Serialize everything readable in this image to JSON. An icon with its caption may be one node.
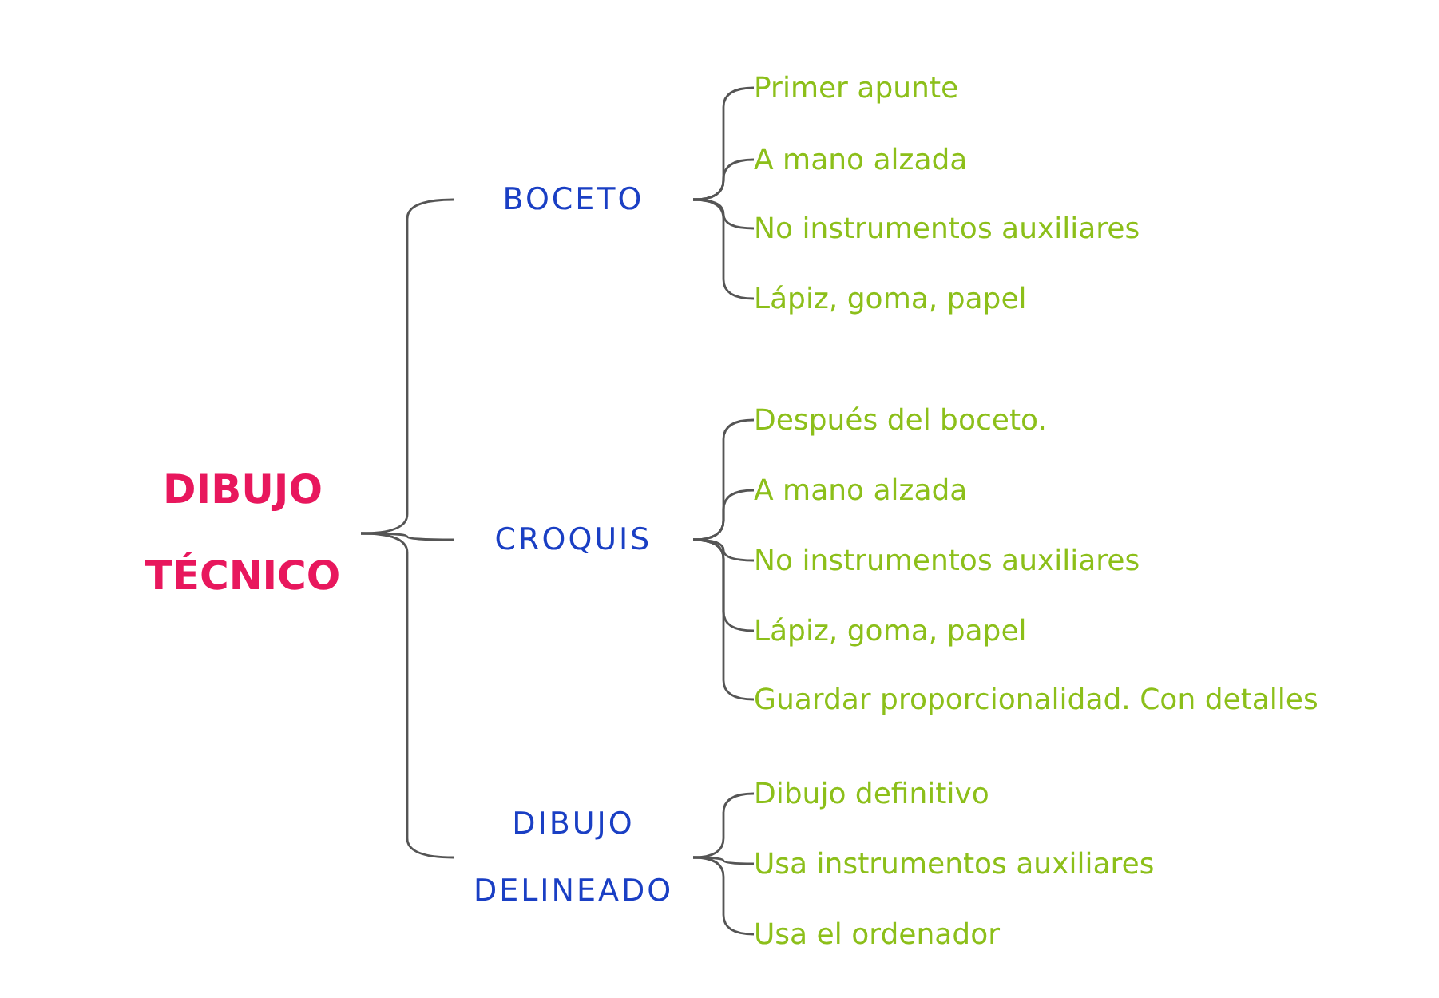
{
  "diagram": {
    "nodes": [
      {
        "text": [
          "DIBUJO TÉCNICO"
        ]
      },
      {
        "text": [
          "BOCETO"
        ]
      },
      {
        "text": [
          "CROQUIS"
        ]
      },
      {
        "text": [
          "DIBUJO DELINEADO"
        ]
      },
      {
        "text": [
          "Primer apunte"
        ]
      },
      {
        "text": [
          "A mano alzada"
        ]
      },
      {
        "text": [
          "No instrumentos auxiliares"
        ]
      },
      {
        "text": [
          "Lápiz, goma, papel"
        ]
      },
      {
        "text": [
          "Después del boceto."
        ]
      },
      {
        "text": [
          "A mano alzada"
        ]
      },
      {
        "text": [
          "No instrumentos auxiliares"
        ]
      },
      {
        "text": [
          "Lápiz, goma, papel"
        ]
      },
      {
        "text": [
          "Guardar proporcionalidad. Con detalles"
        ]
      },
      {
        "text": [
          "Dibujo definitivo"
        ]
      },
      {
        "text": [
          "Usa instrumentos auxiliares"
        ]
      },
      {
        "text": [
          "Usa el ordenador"
        ]
      }
    ],
    "edges": [
      {
        "from": 0,
        "to": 1,
        "arrow": "none"
      },
      {
        "from": 0,
        "to": 2,
        "arrow": "none"
      },
      {
        "from": 0,
        "to": 3,
        "arrow": "none"
      },
      {
        "from": 1,
        "to": 4,
        "arrow": "none"
      },
      {
        "from": 1,
        "to": 5,
        "arrow": "none"
      },
      {
        "from": 1,
        "to": 6,
        "arrow": "none"
      },
      {
        "from": 1,
        "to": 7,
        "arrow": "none"
      },
      {
        "from": 2,
        "to": 8,
        "arrow": "none"
      },
      {
        "from": 2,
        "to": 9,
        "arrow": "none"
      },
      {
        "from": 2,
        "to": 10,
        "arrow": "none"
      },
      {
        "from": 2,
        "to": 11,
        "arrow": "none"
      },
      {
        "from": 2,
        "to": 12,
        "arrow": "none"
      },
      {
        "from": 3,
        "to": 13,
        "arrow": "none"
      },
      {
        "from": 3,
        "to": 14,
        "arrow": "none"
      },
      {
        "from": 3,
        "to": 15,
        "arrow": "none"
      }
    ]
  }
}
